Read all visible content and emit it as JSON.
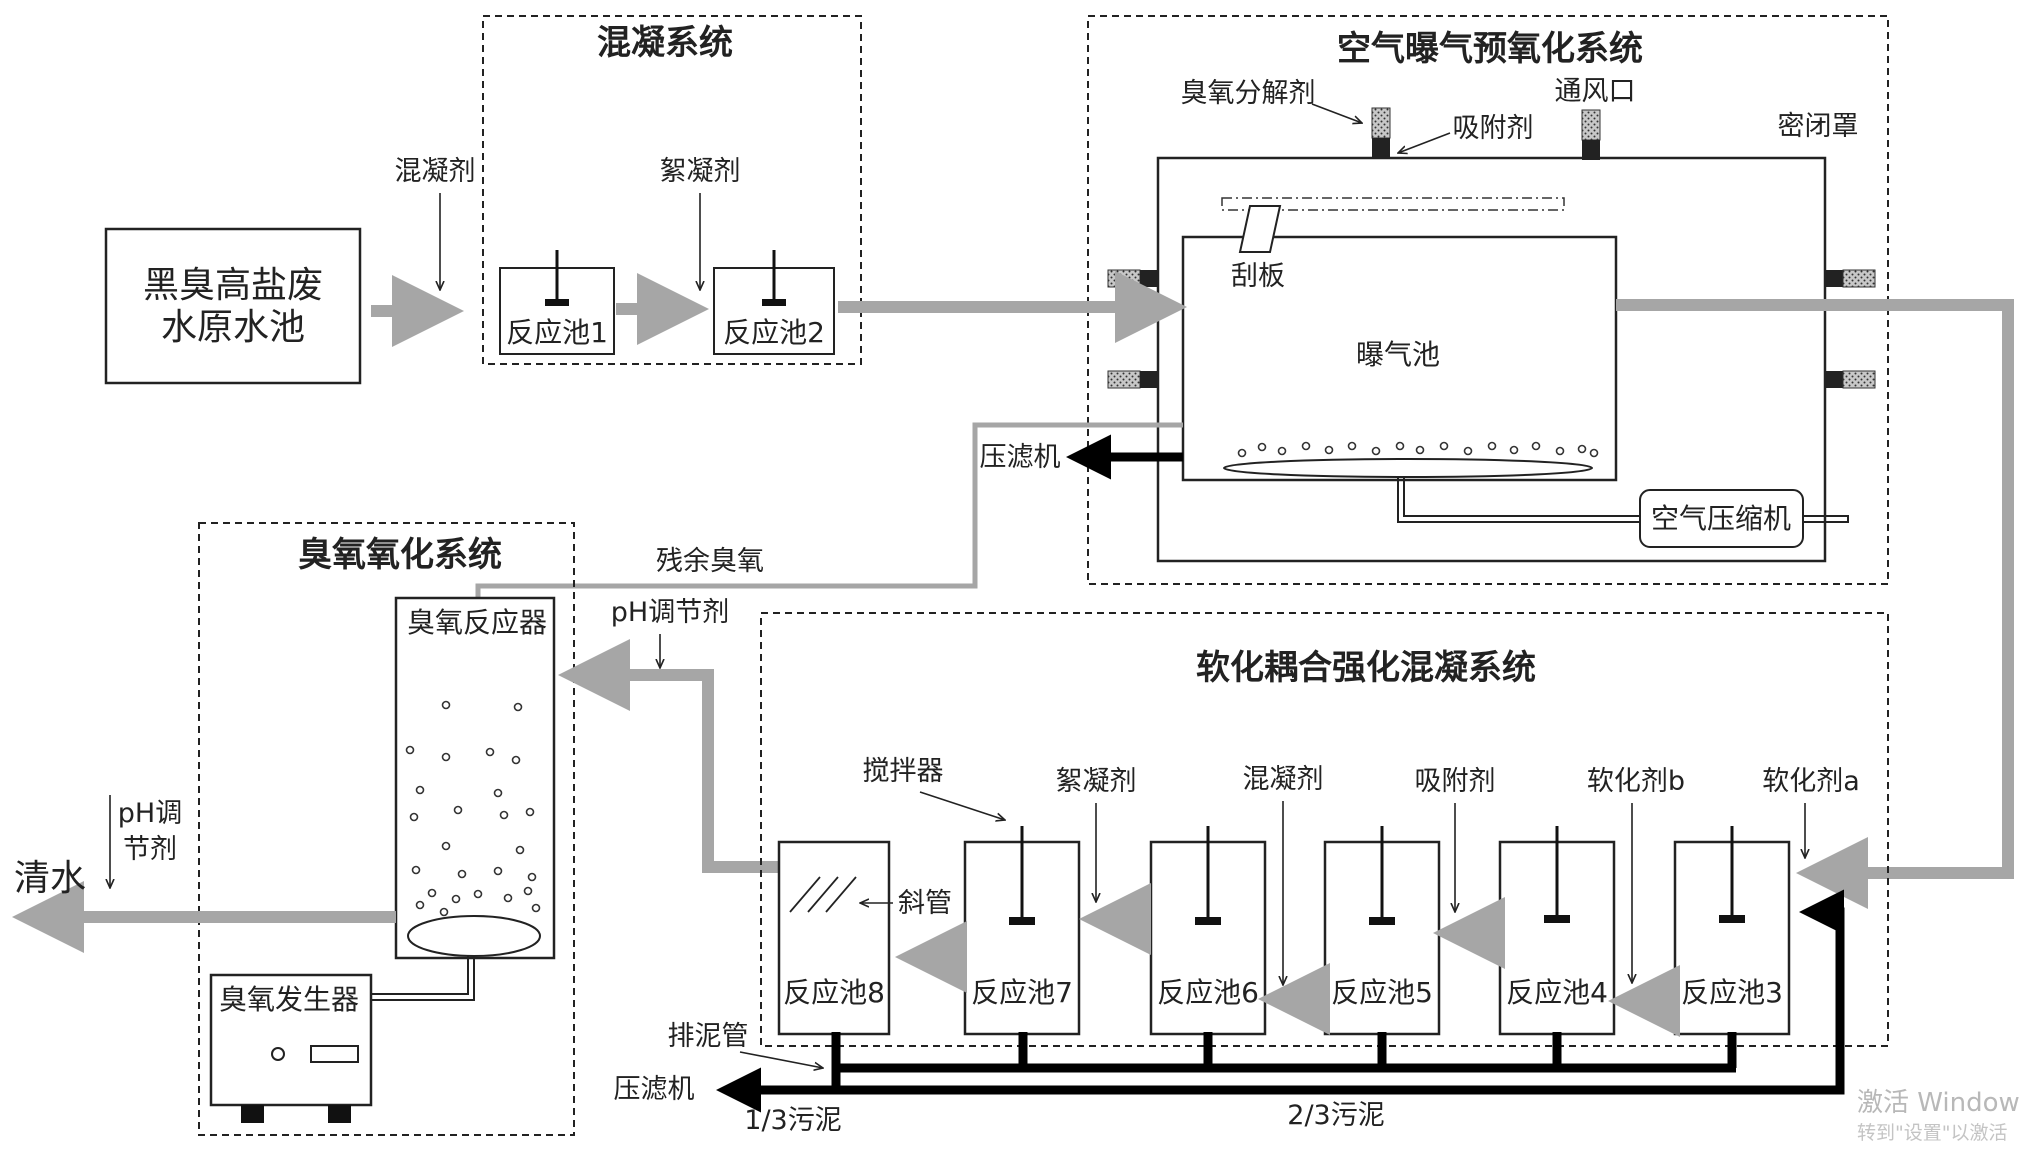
{
  "systems": {
    "coagulation": "混凝系统",
    "aeration": "空气曝气预氧化系统",
    "ozone": "臭氧氧化系统",
    "softening": "软化耦合强化混凝系统"
  },
  "raw_tank": [
    "黑臭高盐废",
    "水原水池"
  ],
  "coag": {
    "coagulant": "混凝剂",
    "flocculant": "絮凝剂",
    "tank1": "反应池1",
    "tank2": "反应池2"
  },
  "aer": {
    "ozone_decomposer": "臭氧分解剂",
    "adsorbent": "吸附剂",
    "vent": "通风口",
    "enclosure": "密闭罩",
    "scraper": "刮板",
    "aeration_tank": "曝气池",
    "filter_press": "压滤机",
    "compressor": "空气压缩机"
  },
  "ozone": {
    "residual": "残余臭氧",
    "reactor": "臭氧反应器",
    "ph_agent": "pH调节剂",
    "ph_agent_left": [
      "pH调",
      "节剂"
    ],
    "clean_water": "清水",
    "generator": "臭氧发生器"
  },
  "soft": {
    "stirrer": "搅拌器",
    "flocculant": "絮凝剂",
    "coagulant": "混凝剂",
    "adsorbent": "吸附剂",
    "softener_b": "软化剂b",
    "softener_a": "软化剂a",
    "inclined_tube": "斜管",
    "tank8": "反应池8",
    "tank7": "反应池7",
    "tank6": "反应池6",
    "tank5": "反应池5",
    "tank4": "反应池4",
    "tank3": "反应池3",
    "sludge_pipe": "排泥管",
    "filter_press": "压滤机",
    "sludge_third": "1/3污泥",
    "sludge_two_thirds": "2/3污泥"
  },
  "watermark": {
    "line1": "激活 Windows",
    "line2": "转到\"设置\"以激活"
  }
}
